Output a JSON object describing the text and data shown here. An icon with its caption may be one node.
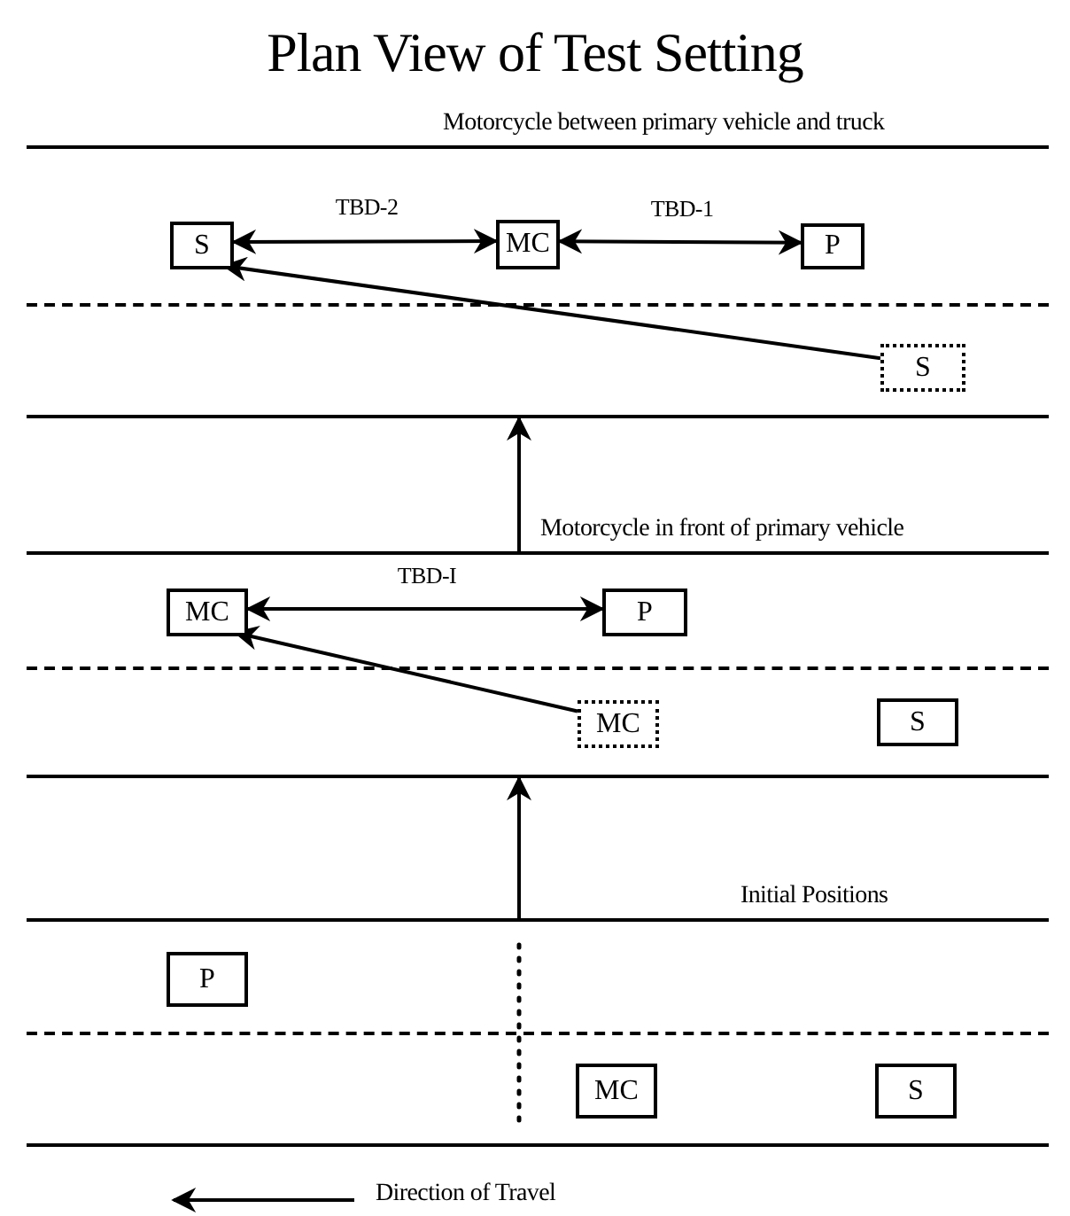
{
  "diagram": {
    "title": "Plan View of Test Setting",
    "nodes": [
      {
        "text": [
          "Motorcycle between primary vehicle and truck"
        ]
      },
      {
        "text": [
          "S"
        ],
        "in": 0
      },
      {
        "text": [
          "MC"
        ],
        "in": 0
      },
      {
        "text": [
          "P"
        ],
        "in": 0
      },
      {
        "text": [
          "S"
        ],
        "in": 0
      },
      {
        "text": [
          "Motorcycle in front of primary vehicle"
        ]
      },
      {
        "text": [
          "MC"
        ],
        "in": 5
      },
      {
        "text": [
          "P"
        ],
        "in": 5
      },
      {
        "text": [
          "MC"
        ],
        "in": 5
      },
      {
        "text": [
          "S"
        ],
        "in": 5
      },
      {
        "text": [
          "Initial Positions"
        ]
      },
      {
        "text": [
          "P"
        ],
        "in": 10
      },
      {
        "text": [
          "MC"
        ],
        "in": 10
      },
      {
        "text": [
          "S"
        ],
        "in": 10
      }
    ],
    "edges": [
      {
        "from": 1,
        "to": 2,
        "arrow": "both",
        "label": "TBD-2"
      },
      {
        "from": 2,
        "to": 3,
        "arrow": "both",
        "label": "TBD-1"
      },
      {
        "from": 4,
        "to": 1,
        "arrow": "to"
      },
      {
        "from": 6,
        "to": 7,
        "arrow": "both",
        "label": "TBD-I"
      },
      {
        "from": 8,
        "to": 6,
        "arrow": "to"
      },
      {
        "from": 5,
        "to": 0,
        "arrow": "to"
      },
      {
        "from": 10,
        "to": 5,
        "arrow": "to"
      }
    ],
    "labels": [
      "Direction of Travel"
    ]
  }
}
